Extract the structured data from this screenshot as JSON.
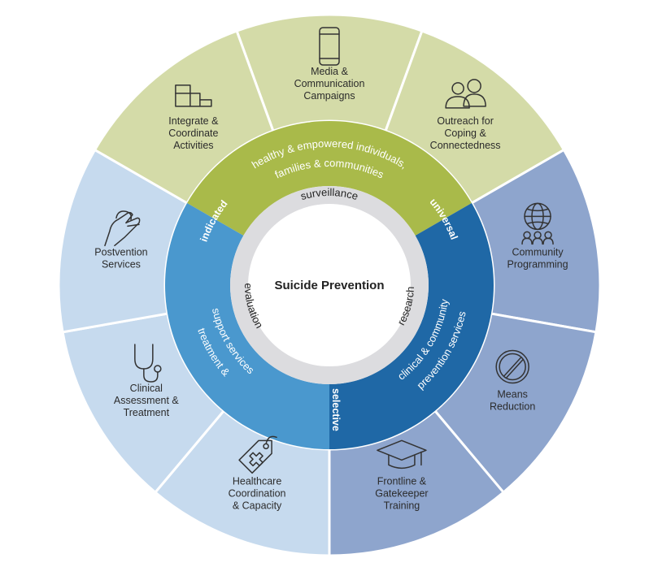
{
  "center": {
    "title": "Suicide Prevention"
  },
  "ring": {
    "top": "surveillance",
    "left": "evaluation",
    "right": "research"
  },
  "tiers": [
    {
      "key": "universal",
      "label": "universal",
      "color": "#a9ba4a",
      "description_lines": [
        "healthy & empowered individuals,",
        "families & communities"
      ]
    },
    {
      "key": "selective",
      "label": "selective",
      "color": "#1f68a6",
      "description_lines": [
        "clinical & community",
        "prevention services"
      ]
    },
    {
      "key": "indicated",
      "label": "indicated",
      "color": "#4a98ce",
      "description_lines": [
        "treatment &",
        "support services"
      ]
    }
  ],
  "segments": [
    {
      "id": "media",
      "lines": [
        "Media &",
        "Communication",
        "Campaigns"
      ],
      "icon": "smartphone-icon",
      "tier": "universal",
      "color": "#d4dba8"
    },
    {
      "id": "outreach",
      "lines": [
        "Outreach for",
        "Coping &",
        "Connectedness"
      ],
      "icon": "people-icon",
      "tier": "universal",
      "color": "#d4dba8"
    },
    {
      "id": "community",
      "lines": [
        "Community",
        "Programming"
      ],
      "icon": "globe-people-icon",
      "tier": "selective",
      "color": "#8ea5cd"
    },
    {
      "id": "means",
      "lines": [
        "Means",
        "Reduction"
      ],
      "icon": "no-symbol-icon",
      "tier": "selective",
      "color": "#8ea5cd"
    },
    {
      "id": "frontline",
      "lines": [
        "Frontline &",
        "Gatekeeper",
        "Training"
      ],
      "icon": "graduation-cap-icon",
      "tier": "selective",
      "color": "#8ea5cd"
    },
    {
      "id": "healthcare",
      "lines": [
        "Healthcare",
        "Coordination",
        "& Capacity"
      ],
      "icon": "medical-tag-icon",
      "tier": "indicated",
      "color": "#c6daee"
    },
    {
      "id": "clinical",
      "lines": [
        "Clinical",
        "Assessment &",
        "Treatment"
      ],
      "icon": "stethoscope-icon",
      "tier": "indicated",
      "color": "#c6daee"
    },
    {
      "id": "postvention",
      "lines": [
        "Postvention",
        "Services"
      ],
      "icon": "helping-hand-icon",
      "tier": "indicated",
      "color": "#c6daee"
    },
    {
      "id": "integrate",
      "lines": [
        "Integrate &",
        "Coordinate",
        "Activities"
      ],
      "icon": "stairs-blocks-icon",
      "tier": "universal",
      "color": "#d4dba8"
    }
  ],
  "colors": {
    "ring_gray": "#dcdcdf",
    "center_white": "#ffffff",
    "separator": "#ffffff"
  }
}
